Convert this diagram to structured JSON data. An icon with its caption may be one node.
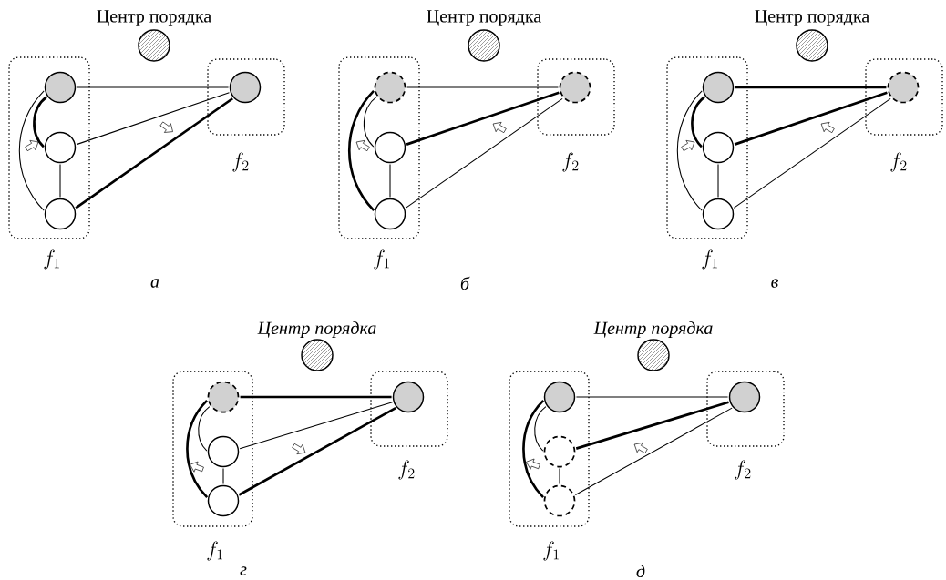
{
  "diagram": {
    "nodes": [
      {
        "text": [
          "Центр порядка"
        ]
      },
      {
        "text": [
          "f_1"
        ]
      },
      {
        "text": [],
        "shape": "circle",
        "in": 1
      },
      {
        "text": [],
        "shape": "circle",
        "in": 1
      },
      {
        "text": [],
        "shape": "circle",
        "in": 1
      },
      {
        "text": [
          "f_2"
        ]
      },
      {
        "text": [],
        "shape": "circle",
        "in": 5
      },
      {
        "text": [
          "Центр порядка"
        ]
      },
      {
        "text": [
          "f_1"
        ]
      },
      {
        "text": [],
        "shape": "circle",
        "in": 8
      },
      {
        "text": [],
        "shape": "circle",
        "in": 8
      },
      {
        "text": [],
        "shape": "circle",
        "in": 8
      },
      {
        "text": [
          "f_2"
        ]
      },
      {
        "text": [],
        "shape": "circle",
        "in": 12
      },
      {
        "text": [
          "Центр порядка"
        ]
      },
      {
        "text": [
          "f_1"
        ]
      },
      {
        "text": [],
        "shape": "circle",
        "in": 15
      },
      {
        "text": [],
        "shape": "circle",
        "in": 15
      },
      {
        "text": [],
        "shape": "circle",
        "in": 15
      },
      {
        "text": [
          "f_2"
        ]
      },
      {
        "text": [],
        "shape": "circle",
        "in": 19
      },
      {
        "text": [
          "Центр порядка"
        ]
      },
      {
        "text": [
          "f_1"
        ]
      },
      {
        "text": [],
        "shape": "circle",
        "in": 22
      },
      {
        "text": [],
        "shape": "circle",
        "in": 22
      },
      {
        "text": [],
        "shape": "circle",
        "in": 22
      },
      {
        "text": [
          "f_2"
        ]
      },
      {
        "text": [],
        "shape": "circle",
        "in": 26
      },
      {
        "text": [
          "Центр порядка"
        ]
      },
      {
        "text": [
          "f_1"
        ]
      },
      {
        "text": [],
        "shape": "circle",
        "in": 29
      },
      {
        "text": [],
        "shape": "circle",
        "in": 29
      },
      {
        "text": [],
        "shape": "circle",
        "in": 29
      },
      {
        "text": [
          "f_2"
        ]
      },
      {
        "text": [],
        "shape": "circle",
        "in": 33
      }
    ],
    "edges": [
      {
        "from": 2,
        "to": 6,
        "arrow": "none"
      },
      {
        "from": 2,
        "to": 3,
        "arrow": "none",
        "style": "thick"
      },
      {
        "from": 2,
        "to": 4,
        "arrow": "none"
      },
      {
        "from": 3,
        "to": 6,
        "arrow": "none"
      },
      {
        "from": 3,
        "to": 4,
        "arrow": "none"
      },
      {
        "from": 4,
        "to": 6,
        "arrow": "none",
        "style": "thick"
      },
      {
        "from": 9,
        "to": 13,
        "arrow": "none"
      },
      {
        "from": 9,
        "to": 10,
        "arrow": "none"
      },
      {
        "from": 9,
        "to": 11,
        "arrow": "none",
        "style": "thick"
      },
      {
        "from": 10,
        "to": 13,
        "arrow": "none",
        "style": "thick"
      },
      {
        "from": 10,
        "to": 11,
        "arrow": "none"
      },
      {
        "from": 11,
        "to": 13,
        "arrow": "none"
      },
      {
        "from": 16,
        "to": 20,
        "arrow": "none",
        "style": "thick"
      },
      {
        "from": 16,
        "to": 17,
        "arrow": "none",
        "style": "thick"
      },
      {
        "from": 16,
        "to": 18,
        "arrow": "none"
      },
      {
        "from": 17,
        "to": 20,
        "arrow": "none",
        "style": "thick"
      },
      {
        "from": 17,
        "to": 18,
        "arrow": "none"
      },
      {
        "from": 18,
        "to": 20,
        "arrow": "none"
      },
      {
        "from": 23,
        "to": 27,
        "arrow": "none",
        "style": "thick"
      },
      {
        "from": 23,
        "to": 24,
        "arrow": "none"
      },
      {
        "from": 23,
        "to": 25,
        "arrow": "none",
        "style": "thick"
      },
      {
        "from": 24,
        "to": 27,
        "arrow": "none"
      },
      {
        "from": 24,
        "to": 25,
        "arrow": "none"
      },
      {
        "from": 25,
        "to": 27,
        "arrow": "none",
        "style": "thick"
      },
      {
        "from": 30,
        "to": 34,
        "arrow": "none"
      },
      {
        "from": 30,
        "to": 31,
        "arrow": "none"
      },
      {
        "from": 30,
        "to": 32,
        "arrow": "none",
        "style": "thick"
      },
      {
        "from": 31,
        "to": 34,
        "arrow": "none",
        "style": "thick"
      },
      {
        "from": 31,
        "to": 32,
        "arrow": "none"
      },
      {
        "from": 32,
        "to": 34,
        "arrow": "none"
      }
    ],
    "labels": [
      "а",
      "б",
      "в",
      "г",
      "д"
    ]
  }
}
